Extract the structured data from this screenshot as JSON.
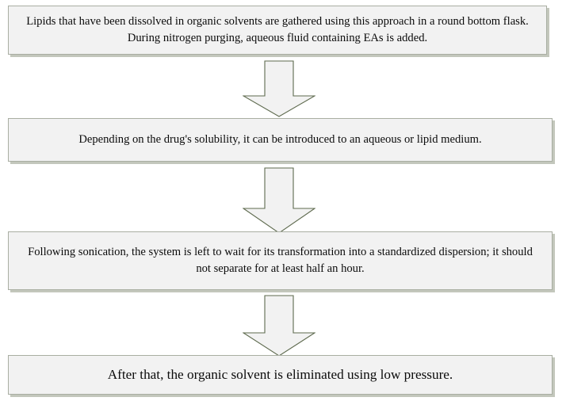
{
  "diagram": {
    "type": "flowchart",
    "orientation": "vertical-top-to-bottom",
    "title": "",
    "colors": {
      "box_fill": "#f2f2f2",
      "box_border": "#a9aea2",
      "box_shadow": "#c3c7bc",
      "arrow_fill": "#f2f2f2",
      "arrow_border": "#5e6a4e",
      "text": "#0b0b0b",
      "background": "#ffffff"
    },
    "steps": [
      {
        "id": "step-1",
        "text": "Lipids that have been dissolved in organic solvents are gathered using this approach in a round bottom flask. During nitrogen purging, aqueous fluid containing EAs is added."
      },
      {
        "id": "step-2",
        "text": "Depending on the drug's solubility, it can be introduced to an aqueous or lipid medium."
      },
      {
        "id": "step-3",
        "text": "Following sonication, the system is left to wait for its transformation into a standardized dispersion; it should not separate for at least half an hour."
      },
      {
        "id": "step-4",
        "text": "After that, the organic solvent is eliminated using low pressure."
      }
    ],
    "connectors": [
      {
        "id": "connector-1",
        "from": "step-1",
        "to": "step-2",
        "shape": "down-block-arrow"
      },
      {
        "id": "connector-2",
        "from": "step-2",
        "to": "step-3",
        "shape": "down-block-arrow"
      },
      {
        "id": "connector-3",
        "from": "step-3",
        "to": "step-4",
        "shape": "down-block-arrow"
      }
    ]
  }
}
